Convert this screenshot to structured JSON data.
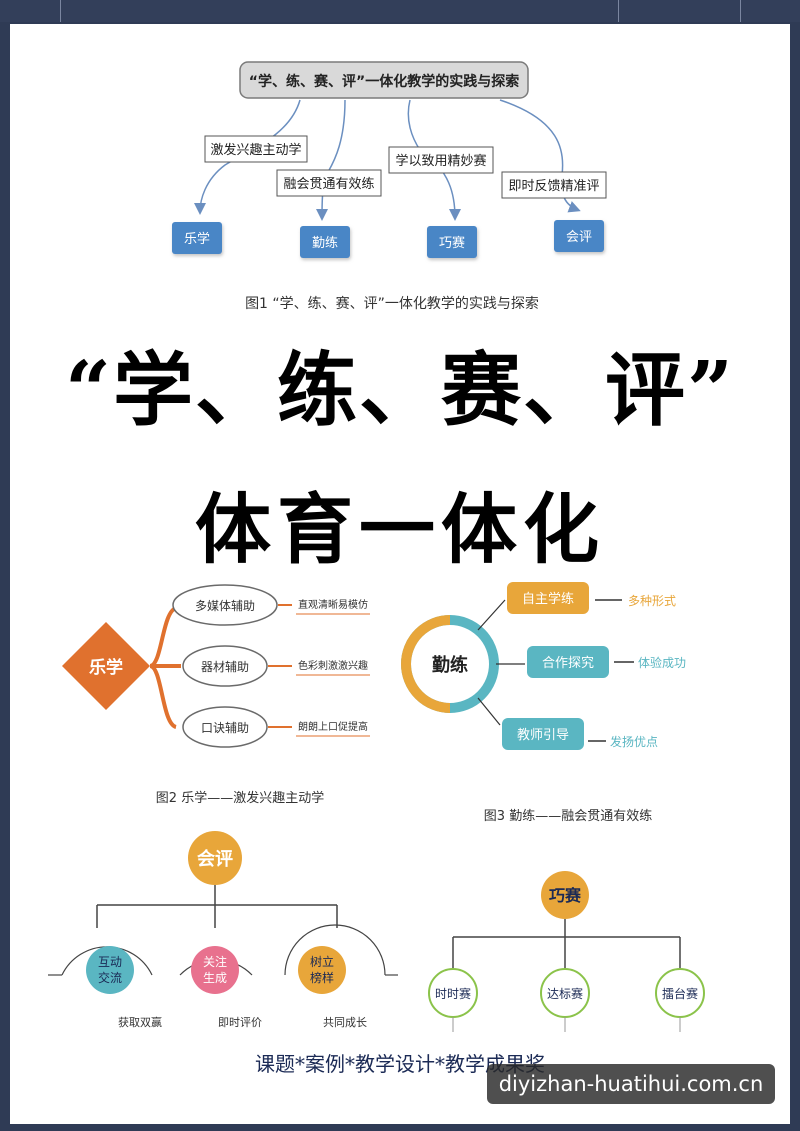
{
  "fig1": {
    "main": "“学、练、赛、评”一体化教学的实践与探索",
    "labels": [
      "激发兴趣主动学",
      "融会贯通有效练",
      "学以致用精妙赛",
      "即时反馈精准评"
    ],
    "targets": [
      "乐学",
      "勤练",
      "巧赛",
      "会评"
    ],
    "caption": "图1 “学、练、赛、评”一体化教学的实践与探索"
  },
  "title_line1": "“学、练、赛、评”",
  "title_line2": "体育一体化",
  "fig2": {
    "center": "乐学",
    "items": [
      "多媒体辅助",
      "器材辅助",
      "口诀辅助"
    ],
    "notes": [
      "直观清晰易模仿",
      "色彩刺激激兴趣",
      "朗朗上口促提高"
    ],
    "caption": "图2 乐学——激发兴趣主动学"
  },
  "fig3": {
    "center": "勤练",
    "items": [
      "自主学练",
      "合作探究",
      "教师引导"
    ],
    "notes": [
      "多种形式",
      "体验成功",
      "发扬优点"
    ],
    "caption": "图3 勤练——融会贯通有效练"
  },
  "fig4": {
    "center": "会评",
    "items": [
      "互动\n交流",
      "关注\n生成",
      "树立\n榜样"
    ],
    "notes": [
      "获取双赢",
      "即时评价",
      "共同成长"
    ]
  },
  "fig5": {
    "center": "巧赛",
    "items": [
      "时时赛",
      "达标赛",
      "擂台赛"
    ]
  },
  "footer": "课题*案例*教学设计*教学成果奖",
  "watermark": "diyizhan-huatihui.com.cn",
  "colors": {
    "blue_box": "#4a86c6",
    "orange": "#e0712e",
    "gold": "#e8a63a",
    "teal": "#5ab6c2",
    "pink": "#e8718e",
    "navy": "#1b2a55"
  }
}
